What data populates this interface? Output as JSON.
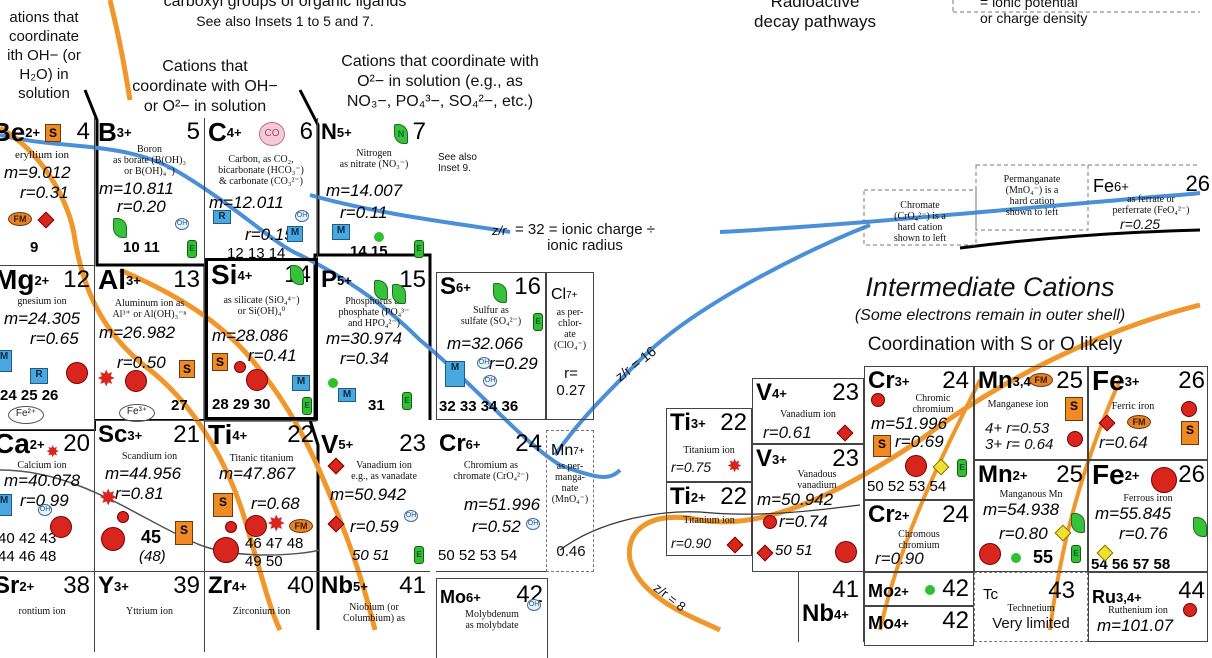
{
  "headers": {
    "col_left": "ations that\ncoordinate\nith OH− (or\nH₂O) in\nsolution",
    "top_center": "carboxyl groups of organic ligands",
    "top_center_sub": "See also Insets 1 to 5 and 7.",
    "col_oh": "Cations that\ncoordinate with OH−\nor O²− in solution",
    "col_o2": "Cations that coordinate with\nO²− in solution (e.g., as\nNO₃−, PO₄³−, SO₄²−, etc.)",
    "radioactive": "Radioactive\ndecay pathways",
    "ionic_potential": "= ionic potential\nor charge density",
    "see_also_9": "See also\nInset 9."
  },
  "labels": {
    "zr32": "= 32 = ionic charge ÷\nionic radius",
    "zr32_prefix": "z/r",
    "zr16": "z/r = 16",
    "zr8": "z/r = 8",
    "intermediate_title": "Intermediate Cations",
    "intermediate_sub": "(Some electrons remain in outer shell)",
    "intermediate_coord": "Coordination with S or O likely",
    "chromate_note": "Chromate\n(CrO₄²⁻) is a\nhard cation\nshown to left",
    "permanganate_note": "Permanganate\n(MnO₄⁻) is a\nhard cation\nshown to left"
  },
  "cells": {
    "be": {
      "sym": "Be",
      "charge": "2+",
      "num": "4",
      "name": "eryllium ion",
      "mass": "m=9.012",
      "rad": "r=0.31",
      "iso": "9"
    },
    "b": {
      "sym": "B",
      "charge": "3+",
      "num": "5",
      "name": "Boron\nas borate (B(OH)₃\nor B(OH)₄⁻)",
      "mass": "m=10.811",
      "rad": "r=0.20",
      "iso": "10 11"
    },
    "c": {
      "sym": "C",
      "charge": "4+",
      "num": "6",
      "name": "Carbon, as CO₂,\nbicarbonate (HCO₃⁻)\n& carbonate (CO₃²⁻)",
      "mass": "m=12.011",
      "rad": "r=0.15",
      "iso": "12 13 14"
    },
    "n": {
      "sym": "N",
      "charge": "5+",
      "num": "7",
      "name": "Nitrogen\nas nitrate (NO₃⁻)",
      "mass": "m=14.007",
      "rad": "r=0.11",
      "iso": "14 15"
    },
    "mg": {
      "sym": "Mg",
      "charge": "2+",
      "num": "12",
      "name": "gnesium ion",
      "mass": "m=24.305",
      "rad": "r=0.65",
      "iso": "24 25 26",
      "ion_oval": "Fe²⁺"
    },
    "al": {
      "sym": "Al",
      "charge": "3+",
      "num": "13",
      "name": "Aluminum ion as\nAl³⁺ or Al(OH)₃⁻ⁿ",
      "mass": "m=26.982",
      "rad": "r=0.50",
      "iso": "27",
      "ion_oval": "Fe³⁺"
    },
    "si": {
      "sym": "Si",
      "charge": "4+",
      "num": "14",
      "name": "as silicate (SiO₄⁴⁻)\nor Si(OH)₄⁰",
      "mass": "m=28.086",
      "rad": "r=0.41",
      "iso": "28 29 30"
    },
    "p": {
      "sym": "P",
      "charge": "5+",
      "num": "15",
      "name": "Phosphorus as\nphosphate (PO₄³⁻\nand HPO₄²⁻)",
      "mass": "m=30.974",
      "rad": "r=0.34",
      "iso": "31"
    },
    "s": {
      "sym": "S",
      "charge": "6+",
      "num": "16",
      "name": "Sulfur as\nsulfate (SO₄²⁻)",
      "mass": "m=32.066",
      "rad": "r=0.29",
      "iso": "32 33 34 36"
    },
    "cl": {
      "sym": "Cl",
      "charge": "7+",
      "name": "as per-\nchlor-\nate\n(ClO₄⁻)",
      "rad": "r=\n0.27"
    },
    "ca": {
      "sym": "Ca",
      "charge": "2+",
      "num": "20",
      "name": "Calcium ion",
      "mass": "m=40.078",
      "rad": "r=0.99",
      "iso": "40 42 43\n44 46 48"
    },
    "sc": {
      "sym": "Sc",
      "charge": "3+",
      "num": "21",
      "name": "Scandium ion",
      "mass": "m=44.956",
      "rad": "r=0.81",
      "iso": "45",
      "iso2": "(48)"
    },
    "ti4": {
      "sym": "Ti",
      "charge": "4+",
      "num": "22",
      "name": "Titanic titanium",
      "mass": "m=47.867",
      "rad": "r=0.68",
      "iso": "46 47 48\n49 50"
    },
    "v5": {
      "sym": "V",
      "charge": "5+",
      "num": "23",
      "name": "Vanadium ion\ne.g., as vanadate",
      "mass": "m=50.942",
      "rad": "r=0.59",
      "iso": "50 51"
    },
    "cr6": {
      "sym": "Cr",
      "charge": "6+",
      "num": "24",
      "name": "Chromium as\nchromate (CrO₄²⁻)",
      "mass": "m=51.996",
      "rad": "r=0.52",
      "iso": "50 52 53 54"
    },
    "mn7": {
      "sym": "Mn",
      "charge": "7+",
      "name": "as per-\nmanga-\nnate\n(MnO₄⁻)",
      "rad": "0.46"
    },
    "sr": {
      "sym": "Sr",
      "charge": "2+",
      "num": "38",
      "name": "rontium ion"
    },
    "y": {
      "sym": "Y",
      "charge": "3+",
      "num": "39",
      "name": "Yttrium ion"
    },
    "zr": {
      "sym": "Zr",
      "charge": "4+",
      "num": "40",
      "name": "Zirconium ion"
    },
    "nb5": {
      "sym": "Nb",
      "charge": "5+",
      "num": "41",
      "name": "Niobium (or\nColumbium) as"
    },
    "mo6": {
      "sym": "Mo",
      "charge": "6+",
      "num": "42",
      "name": "Molybdenum\nas molybdate"
    },
    "fe6": {
      "sym": "Fe",
      "charge": "6+",
      "num": "26",
      "name": "as ferrate or\nperferrate (FeO₄²⁻)",
      "rad": "r=0.25"
    },
    "ti3": {
      "sym": "Ti",
      "charge": "3+",
      "num": "22",
      "name": "Titanium ion",
      "rad": "r=0.75"
    },
    "ti2": {
      "sym": "Ti",
      "charge": "2+",
      "num": "22",
      "name": "Titanium ion",
      "rad": "r=0.90"
    },
    "v4": {
      "sym": "V",
      "charge": "4+",
      "num": "23",
      "name": "Vanadium ion",
      "rad": "r=0.61"
    },
    "v3": {
      "sym": "V",
      "charge": "3+",
      "num": "23",
      "name": "Vanadous\nvanadium",
      "mass": "m=50.942",
      "rad": "r=0.74",
      "iso": "50 51"
    },
    "cr3": {
      "sym": "Cr",
      "charge": "3+",
      "num": "24",
      "name": "Chromic\nchromium",
      "mass": "m=51.996",
      "rad": "r=0.69",
      "iso": "50 52 53 54"
    },
    "cr2": {
      "sym": "Cr",
      "charge": "2+",
      "num": "24",
      "name": "Chromous\nchromium",
      "rad": "r=0.90"
    },
    "mn34": {
      "sym": "Mn",
      "charge": "3,4+",
      "num": "25",
      "name": "Manganese ion",
      "rad": "4+ r=0.53\n3+ r= 0.64"
    },
    "mn2": {
      "sym": "Mn",
      "charge": "2+",
      "num": "25",
      "name": "Manganous Mn",
      "mass": "m=54.938",
      "rad": "r=0.80",
      "iso": "55"
    },
    "fe3": {
      "sym": "Fe",
      "charge": "3+",
      "num": "26",
      "name": "Ferric iron",
      "rad": "r=0.64"
    },
    "fe2": {
      "sym": "Fe",
      "charge": "2+",
      "num": "26",
      "name": "Ferrous iron",
      "mass": "m=55.845",
      "rad": "r=0.76",
      "iso": "54 56 57 58"
    },
    "nb4": {
      "sym": "Nb",
      "charge": "4+",
      "num": "41"
    },
    "mo2": {
      "sym": "Mo",
      "charge": "2+",
      "num": "42"
    },
    "mo4": {
      "sym": "Mo",
      "charge": "4+",
      "num": "42"
    },
    "tc": {
      "sym": "Tc",
      "num": "43",
      "name": "Technetium",
      "extra": "Very limited"
    },
    "ru": {
      "sym": "Ru",
      "charge": "3,4+",
      "num": "44",
      "name": "Ruthenium ion",
      "mass": "m=101.07"
    }
  },
  "colors": {
    "orange_curve": "#f0962a",
    "blue_curve": "#4a8fd8",
    "orange_icon": "#f08a24",
    "blue_icon": "#4aa8e0",
    "green_icon": "#36c23a",
    "red_icon": "#d8251e"
  }
}
